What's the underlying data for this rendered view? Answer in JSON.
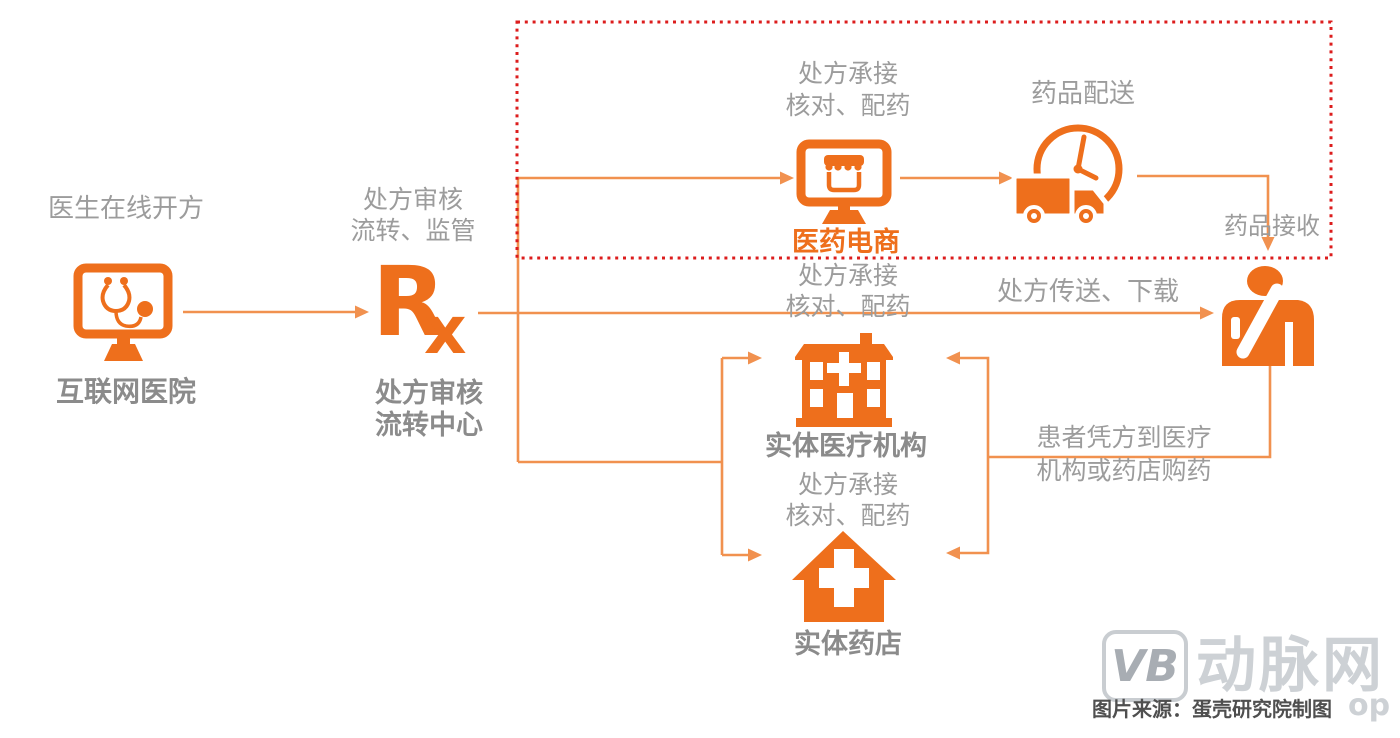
{
  "palette": {
    "icon_orange": "#EE6F1C",
    "arrow_orange": "#F1914F",
    "dotted_box_red": "#DC1D1D",
    "label_gray": "#9C9C9C",
    "name_gray": "#8B8B8B",
    "caption_gray": "#4F4F4F",
    "watermark_gray": "#CDD1D5"
  },
  "nodes": {
    "internet_hospital": {
      "caption": "医生在线开方",
      "name": "互联网医院"
    },
    "rx_center": {
      "caption_line1": "处方审核",
      "caption_line2": "流转、监管",
      "logo_r": "R",
      "logo_x": "x",
      "name_line1": "处方审核",
      "name_line2": "流转中心"
    },
    "ecommerce": {
      "caption_line1": "处方承接",
      "caption_line2": "核对、配药",
      "name": "医药电商"
    },
    "delivery": {
      "caption": "药品配送"
    },
    "patient": {
      "receive_caption": "药品接收"
    },
    "medical_institution": {
      "caption_line1": "处方承接",
      "caption_line2": "核对、配药",
      "name": "实体医疗机构"
    },
    "pharmacy": {
      "caption_line1": "处方承接",
      "caption_line2": "核对、配药",
      "name": "实体药店"
    }
  },
  "edges": {
    "transfer": "处方传送、下载",
    "purchase_line1": "患者凭方到医疗",
    "purchase_line2": "机构或药店购药"
  },
  "watermark": {
    "logo": "VB",
    "brand": "动脉网",
    "suffix": "op"
  },
  "source_caption": "图片来源：蛋壳研究院制图"
}
